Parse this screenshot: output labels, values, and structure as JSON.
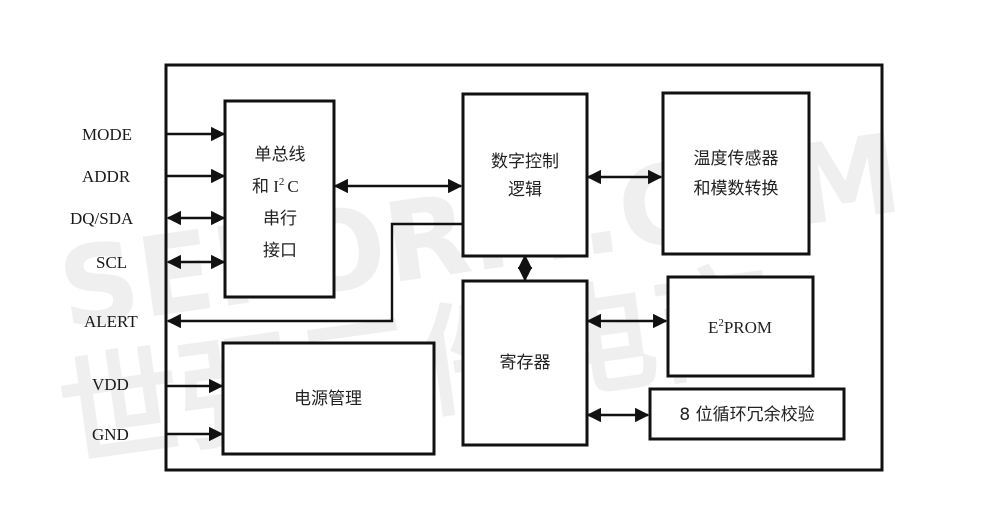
{
  "diagram": {
    "title": "Temperature sensor functional block diagram",
    "pins": {
      "mode": "MODE",
      "addr": "ADDR",
      "dq_sda": "DQ/SDA",
      "scl": "SCL",
      "alert": "ALERT",
      "vdd": "VDD",
      "gnd": "GND"
    },
    "blocks": {
      "serial_interface": {
        "lines": [
          "单总线",
          "和 I",
          "C",
          "串行",
          "接口"
        ],
        "superscript": "2"
      },
      "digital_control": {
        "lines": [
          "数字控制",
          "逻辑"
        ]
      },
      "temp_adc": {
        "lines": [
          "温度传感器",
          "和模数转换"
        ]
      },
      "registers": {
        "label": "寄存器"
      },
      "eeprom": {
        "prefix": "E",
        "superscript": "2",
        "suffix": "PROM"
      },
      "crc": {
        "label": "8 位循环冗余校验"
      },
      "power": {
        "label": "电源管理"
      }
    },
    "watermark": {
      "line1": "SEKORM.COM",
      "line2": "世强元件电商"
    }
  }
}
